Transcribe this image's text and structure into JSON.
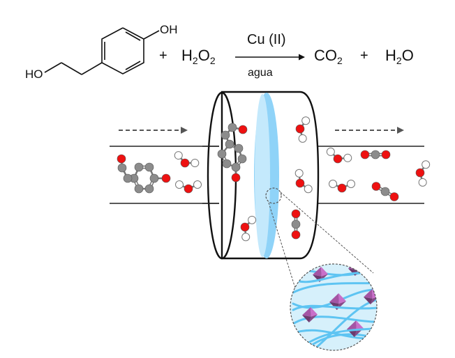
{
  "equation": {
    "reactant_1": {
      "name": "tyrosol",
      "label_oh_top": "OH",
      "label_ho_left": "HO"
    },
    "plus_1": "+",
    "reactant_2": {
      "main": "H",
      "sub": "2",
      "main2": "O",
      "sub2": "2"
    },
    "catalyst": "Cu (II)",
    "solvent": "agua",
    "product_1": {
      "main": "CO",
      "sub": "2"
    },
    "plus_2": "+",
    "product_2": {
      "main": "H",
      "sub": "2",
      "main2": "O"
    }
  },
  "colors": {
    "oxygen": "#ee1111",
    "carbon": "#8c8c8c",
    "hydrogen": "#ffffff",
    "membrane_light": "#bfe6fb",
    "membrane_dark": "#8fd3f8",
    "inset_bg": "#d6f0fb",
    "fiber": "#5ec4f2",
    "crystal_light": "#c96fc9",
    "crystal_dark": "#6d3a6d",
    "line": "#111111",
    "arrow_dashed": "#555555"
  },
  "flow": {
    "inlet_direction": "left-to-right",
    "outlet_direction": "left-to-right"
  },
  "inlet_molecules": [
    "tyrosol",
    "H2O2",
    "H2O2"
  ],
  "reactor_molecules": [
    "tyrosol",
    "H2O2",
    "H2O2",
    "H2O2",
    "CO2"
  ],
  "outlet_molecules": [
    "H2O",
    "CO2",
    "H2O",
    "H2O",
    "CO2"
  ],
  "inset": {
    "description": "membrane with Cu(II) octahedral crystals on fibers",
    "crystal_count": 6
  }
}
